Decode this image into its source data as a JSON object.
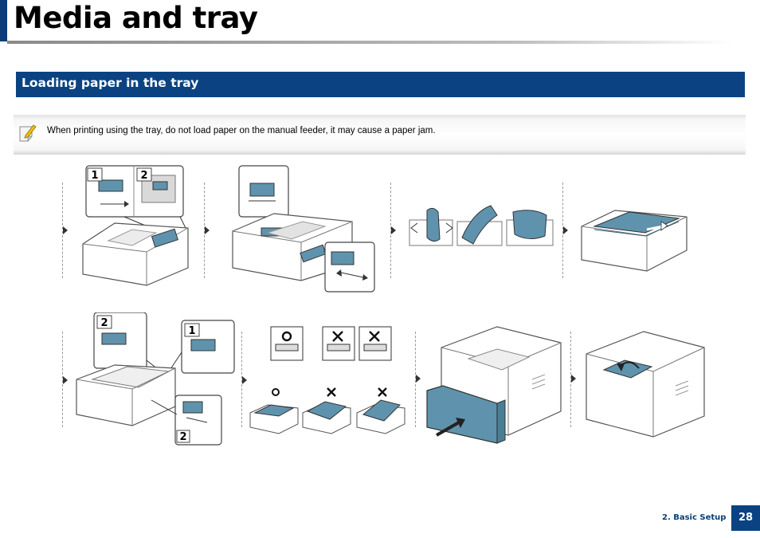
{
  "page": {
    "title": "Media and tray",
    "section": "Loading paper in the tray",
    "note": "When printing using the tray, do not load paper on the manual feeder, it may cause a paper jam.",
    "footer": "2. Basic Setup",
    "page_number": "28"
  },
  "figures": {
    "callouts_step1": [
      "1",
      "2"
    ],
    "callouts_step5": [
      "2",
      "1",
      "2"
    ]
  },
  "colors": {
    "brand": "#0b4382",
    "illustration_accent": "#5f93ad"
  },
  "icons": [
    "note-pencil-icon",
    "correct-circle-icon",
    "incorrect-x-icon"
  ]
}
